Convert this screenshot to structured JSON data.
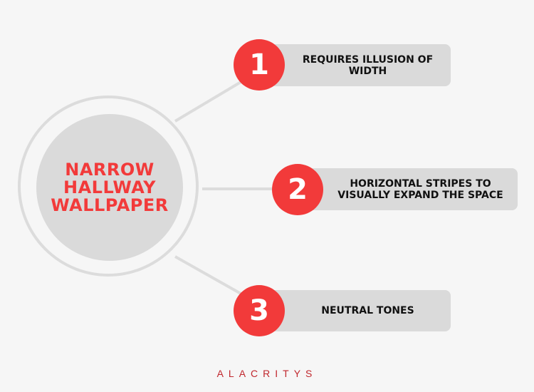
{
  "center": {
    "title_lines": [
      "NARROW",
      "HALLWAY",
      "WALLPAPER"
    ]
  },
  "items": [
    {
      "number": "1",
      "text": "REQUIRES ILLUSION OF WIDTH"
    },
    {
      "number": "2",
      "text": "HORIZONTAL STRIPES TO VISUALLY EXPAND THE SPACE"
    },
    {
      "number": "3",
      "text": "NEUTRAL TONES"
    }
  ],
  "footer": {
    "brand": "ALACRITYS"
  },
  "colors": {
    "background": "#f6f6f6",
    "accent_red": "#f23a3a",
    "circle_gray": "#dadada",
    "ring_gray": "#dcdcdc",
    "brand_red": "#c0272d"
  }
}
